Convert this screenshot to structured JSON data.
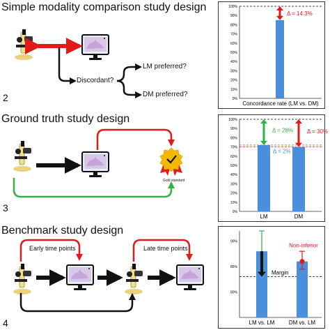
{
  "panels": [
    {
      "number": "2",
      "title": "Simple modality comparison study design",
      "flow_labels": {
        "discordant": "Discordant?",
        "lm_preferred": "LM preferred?",
        "dm_preferred": "DM preferred?"
      }
    },
    {
      "number": "3",
      "title": "Ground truth study design",
      "flow_labels": {
        "gold_standard": "Gold standard"
      }
    },
    {
      "number": "4",
      "title": "Benchmark study design",
      "flow_labels": {
        "early_time_points": "Early time points",
        "late_time_points": "Late time points"
      }
    }
  ],
  "chart_data": [
    {
      "type": "bar",
      "categories": [
        "Concordance rate (LM vs. DM)"
      ],
      "values": [
        85
      ],
      "ylim": [
        0,
        100
      ],
      "yticks": [
        "0%",
        "10%",
        "20%",
        "30%",
        "40%",
        "50%",
        "60%",
        "70%",
        "80%",
        "90%",
        "100%"
      ],
      "reference_line": 100,
      "annotations": [
        "Δ = 14.3%"
      ],
      "colors": {
        "bar": "#4a8fdc",
        "delta": "#e01b1b"
      }
    },
    {
      "type": "bar",
      "categories": [
        "LM",
        "DM"
      ],
      "values": [
        72,
        70
      ],
      "ylim": [
        0,
        100
      ],
      "yticks": [
        "0%",
        "10%",
        "20%",
        "30%",
        "40%",
        "50%",
        "60%",
        "70%",
        "80%",
        "90%",
        "100%"
      ],
      "reference_lines": [
        100,
        72,
        70
      ],
      "annotations": [
        "Δ = 28%",
        "Δ = 30%",
        "Δ = 2%"
      ],
      "colors": {
        "bar": "#4a8fdc",
        "lm_delta": "#2fb344",
        "dm_delta": "#e01b1b",
        "mid_delta": "#4a8fdc"
      }
    },
    {
      "type": "bar",
      "categories": [
        "LM vs. LM",
        "DM vs. LM"
      ],
      "values": [
        88,
        86
      ],
      "ylim": [
        75,
        92
      ],
      "yticks": [
        "80%",
        "85%",
        "90%"
      ],
      "reference_line": 83,
      "error_bars": [
        [
          83,
          92
        ],
        [
          84.5,
          88
        ]
      ],
      "annotations": [
        "Margin",
        "Non-inferior"
      ],
      "colors": {
        "bar": "#4a8fdc",
        "lm_error": "#2fb344",
        "dm_error": "#e01b1b"
      }
    }
  ]
}
